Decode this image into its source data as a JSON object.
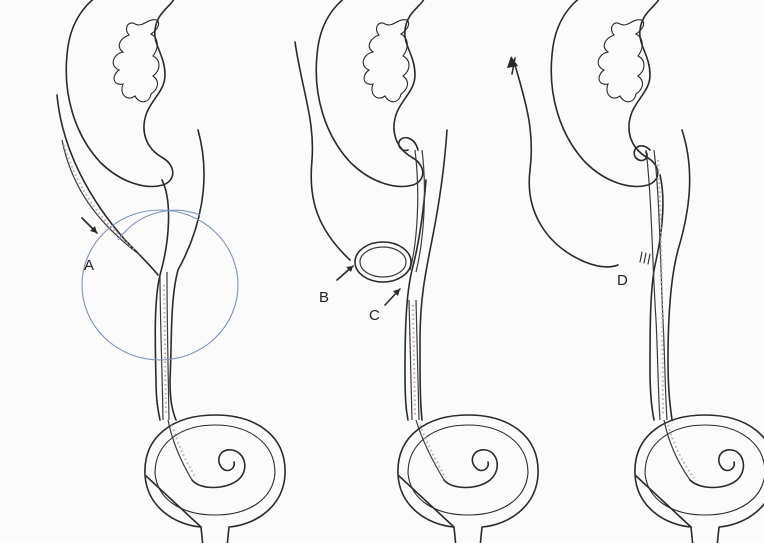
{
  "labels": {
    "a": "A",
    "b": "B",
    "c": "C",
    "d": "D"
  },
  "colors": {
    "line": "#2a2a2a",
    "highlight_circle": "#7f93b8",
    "catheter_dots": "#c9a6a6"
  }
}
